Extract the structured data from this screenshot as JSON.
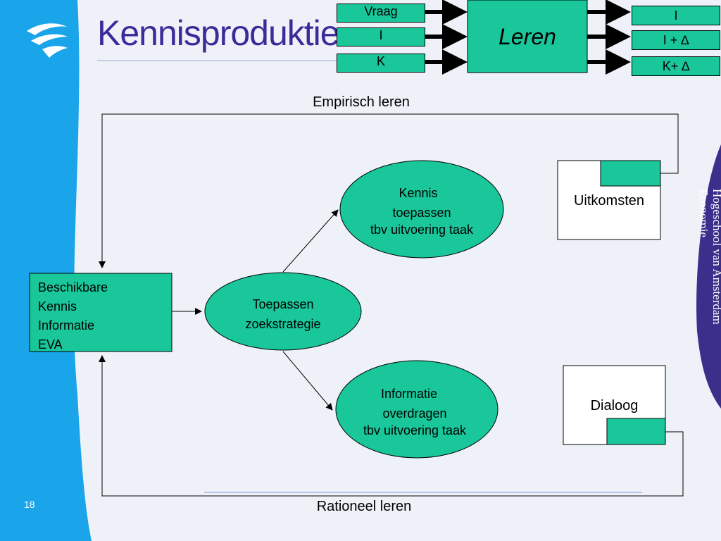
{
  "slide": {
    "title": "Kennisproduktie",
    "page_number": "18",
    "brand": {
      "line1": "Hogeschool van Amsterdam",
      "line2": "Economie"
    }
  },
  "top_diagram": {
    "inputs": [
      "Vraag",
      "I",
      "K"
    ],
    "process": "Leren",
    "outputs": [
      "I",
      "I + ∆",
      "K+ ∆"
    ]
  },
  "diagram": {
    "empirisch": "Empirisch leren",
    "rationeel": "Rationeel leren",
    "source_box": {
      "lines": [
        "Beschikbare",
        "Kennis",
        "Informatie",
        "EVA"
      ]
    },
    "center_ellipse": {
      "lines": [
        "Toepassen",
        "zoekstrategie"
      ]
    },
    "top_ellipse": {
      "lines": [
        "Kennis",
        "toepassen",
        "tbv uitvoering taak"
      ]
    },
    "bottom_ellipse": {
      "lines": [
        "Informatie",
        "overdragen",
        "tbv uitvoering taak"
      ]
    },
    "uitkomsten": "Uitkomsten",
    "dialoog": "Dialoog"
  },
  "colors": {
    "green": "#19c79a",
    "blue_band": "#1aa4ea",
    "title": "#3a2b9a",
    "purple_band": "#3c2f8c"
  }
}
